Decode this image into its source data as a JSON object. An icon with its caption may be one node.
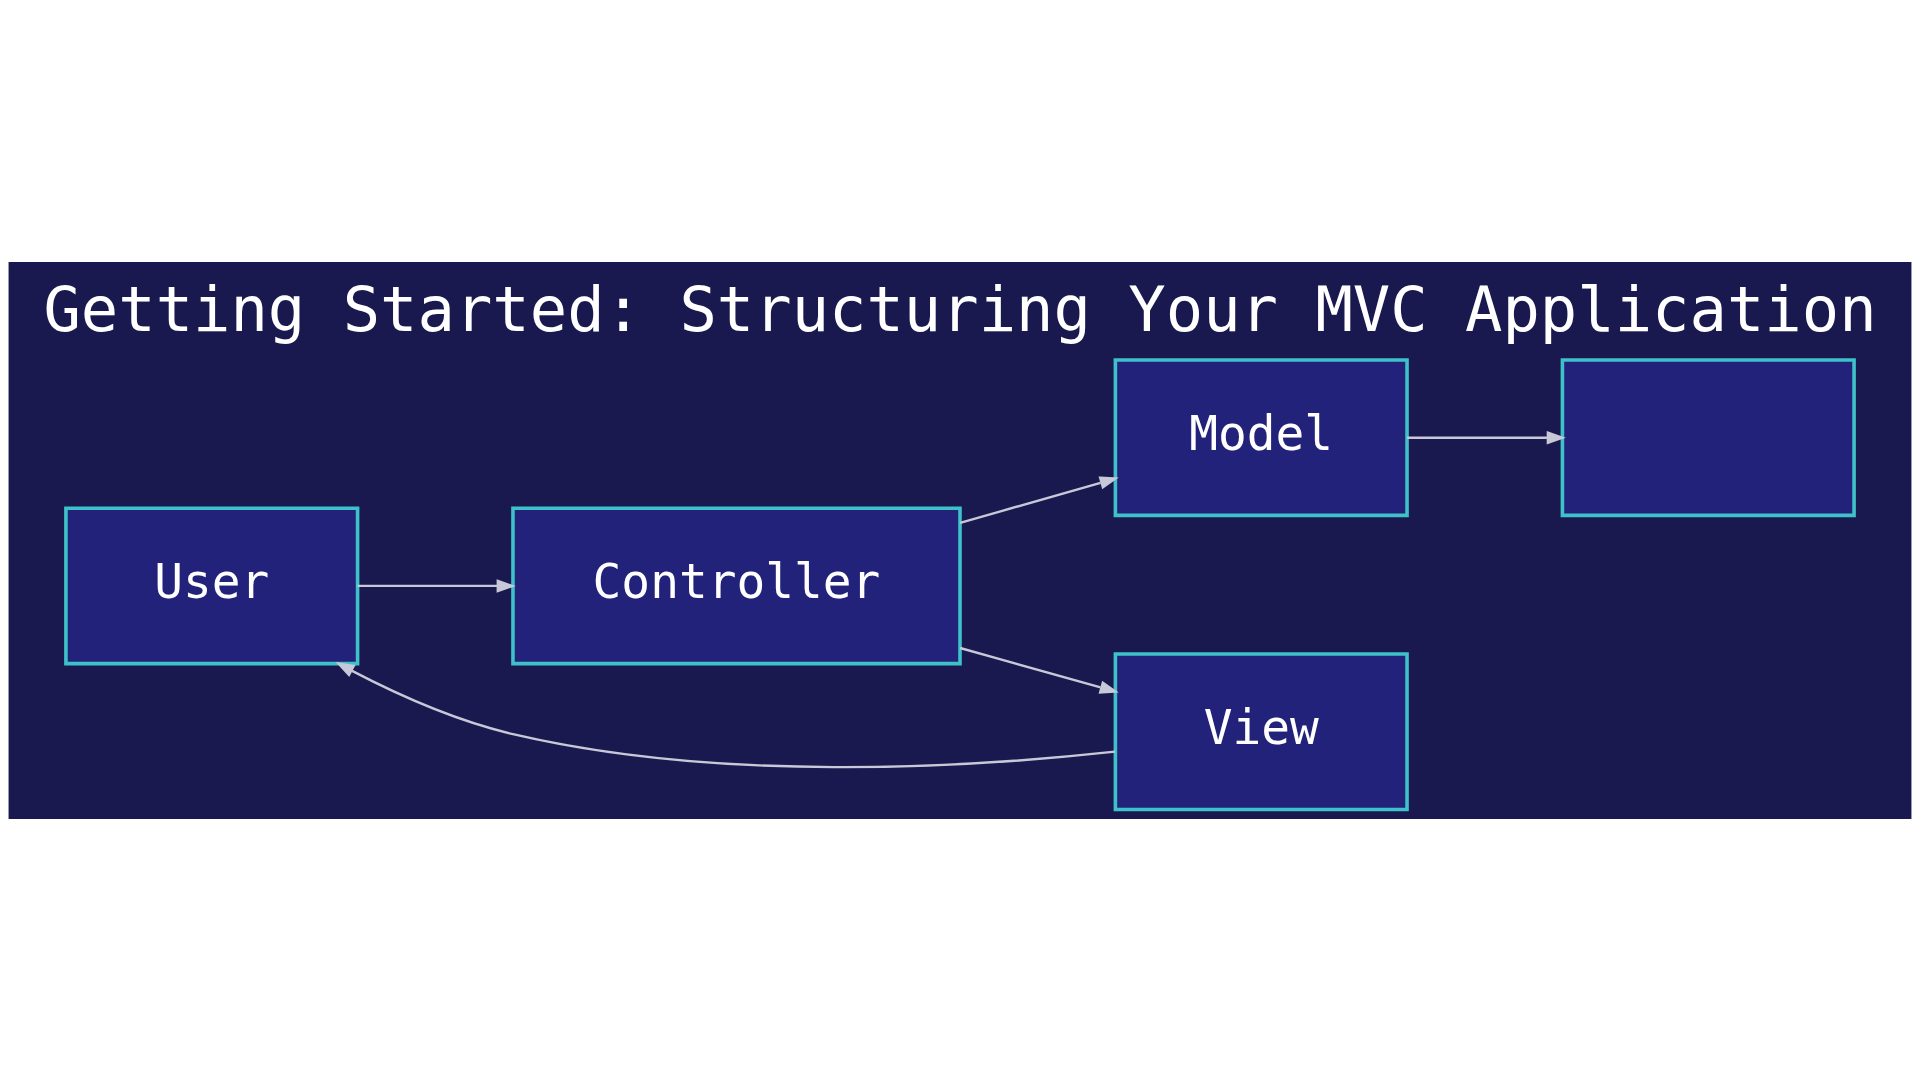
{
  "diagram": {
    "title": "Getting Started: Structuring Your MVC Application",
    "nodes": [
      {
        "text": [
          "User"
        ]
      },
      {
        "text": [
          "Controller"
        ]
      },
      {
        "text": [
          "Model"
        ]
      },
      {
        "text": [],
        "shape": "box"
      },
      {
        "text": [
          "View"
        ]
      }
    ],
    "edges": [
      {
        "from": 0,
        "to": 1,
        "arrow": "to"
      },
      {
        "from": 1,
        "to": 2,
        "arrow": "to"
      },
      {
        "from": 2,
        "to": 3,
        "arrow": "to"
      },
      {
        "from": 1,
        "to": 4,
        "arrow": "to"
      },
      {
        "from": 4,
        "to": 0,
        "arrow": "to"
      }
    ]
  }
}
